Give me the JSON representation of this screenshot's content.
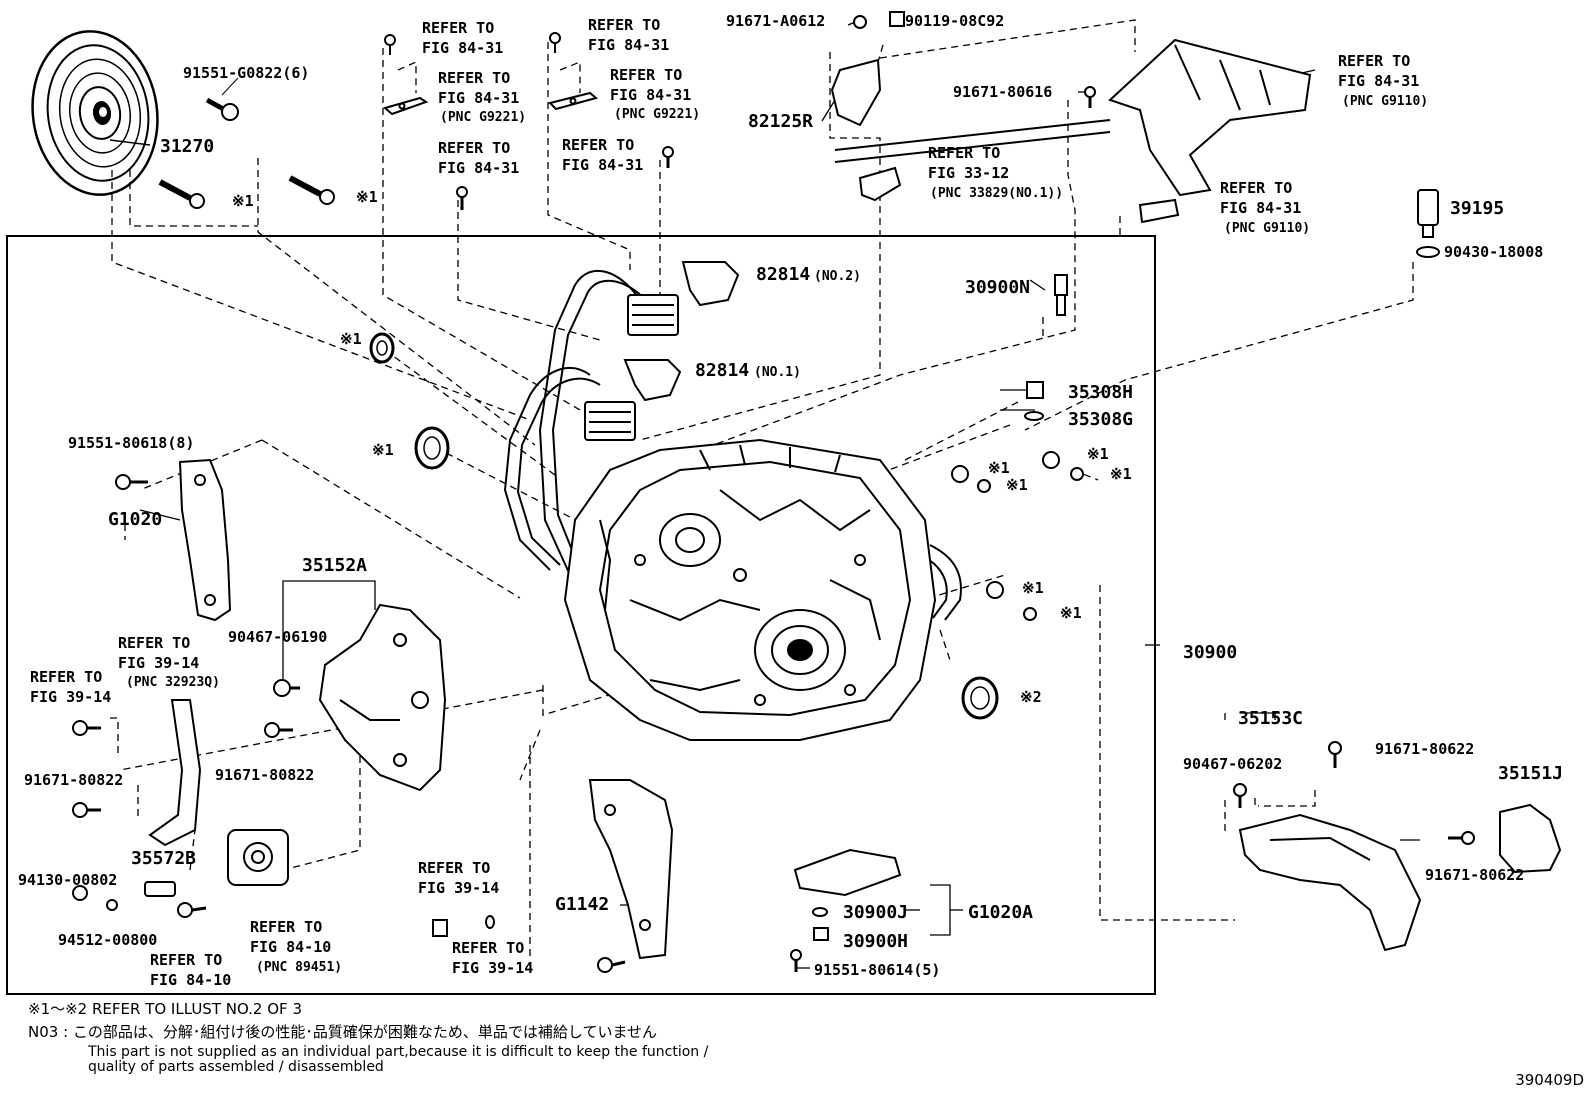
{
  "diagram": {
    "figure_code": "390409D",
    "notes": {
      "note1": "※1～※2 REFER TO ILLUST NO.2 OF 3",
      "note2_code": "N03",
      "note2_jp": "この部品は、分解･組付け後の性能･品質確保が困難なため、単品では補給していません",
      "note2_en_1": "This part is not supplied as an individual part,because it is difficult to keep the function /",
      "note2_en_2": "quality of parts assembled / disassembled"
    },
    "parts": {
      "p31270": "31270",
      "p91551_G0822": "91551-G0822(6)",
      "p91671_A0612": "91671-A0612",
      "p90119_08C92": "90119-08C92",
      "p82125R": "82125R",
      "p91671_80616": "91671-80616",
      "p39195": "39195",
      "p90430_18008": "90430-18008",
      "p82814_no2": "82814",
      "p82814_no2_sfx": "(NO.2)",
      "p82814_no1": "82814",
      "p82814_no1_sfx": "(NO.1)",
      "p30900N": "30900N",
      "p35308H": "35308H",
      "p35308G": "35308G",
      "p91551_80618": "91551-80618(8)",
      "pG1020": "G1020",
      "p35152A": "35152A",
      "p90467_06190": "90467-06190",
      "p91671_80822a": "91671-80822",
      "p91671_80822b": "91671-80822",
      "p35572B": "35572B",
      "p94130_00802": "94130-00802",
      "p94512_00800": "94512-00800",
      "pG1142": "G1142",
      "p30900J": "30900J",
      "p30900H": "30900H",
      "pG1020A": "G1020A",
      "p91551_80614": "91551-80614(5)",
      "p30900": "30900",
      "p35153C": "35153C",
      "p90467_06202": "90467-06202",
      "p91671_80622a": "91671-80622",
      "p91671_80622b": "91671-80622",
      "p35151J": "35151J"
    },
    "marks": {
      "m1": "※1",
      "m2": "※2"
    },
    "refs": {
      "refer_to": "REFER TO",
      "fig_84_31": "FIG 84-31",
      "fig_33_12": "FIG 33-12",
      "fig_39_14": "FIG 39-14",
      "fig_84_10": "FIG 84-10",
      "pnc_g9221": "(PNC G9221)",
      "pnc_g9110": "(PNC G9110)",
      "pnc_33829": "(PNC 33829(NO.1))",
      "pnc_32923": "(PNC 32923Q)",
      "pnc_89451": "(PNC 89451)"
    }
  }
}
